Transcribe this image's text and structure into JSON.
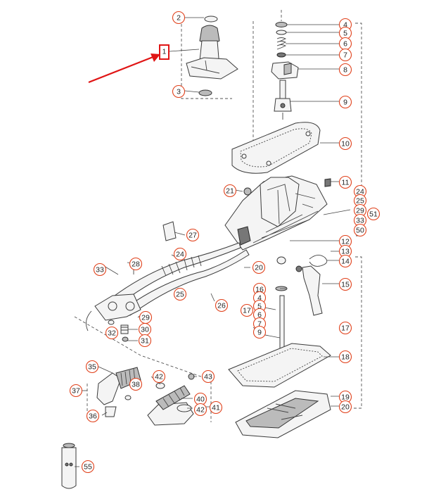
{
  "diagram": {
    "highlight_label": "1",
    "arrow_color": "#e01515",
    "callout_color": "#e0401a",
    "callouts": [
      "2",
      "3",
      "4",
      "5",
      "6",
      "7",
      "8",
      "9",
      "10",
      "11",
      "24",
      "25",
      "29",
      "33",
      "50",
      "51",
      "21",
      "27",
      "24",
      "28",
      "33",
      "20",
      "25",
      "26",
      "12",
      "13",
      "14",
      "15",
      "16",
      "4",
      "5",
      "6",
      "7",
      "9",
      "17",
      "17",
      "18",
      "29",
      "32",
      "30",
      "31",
      "35",
      "42",
      "43",
      "37",
      "38",
      "36",
      "40",
      "42",
      "41",
      "19",
      "20",
      "55"
    ]
  }
}
